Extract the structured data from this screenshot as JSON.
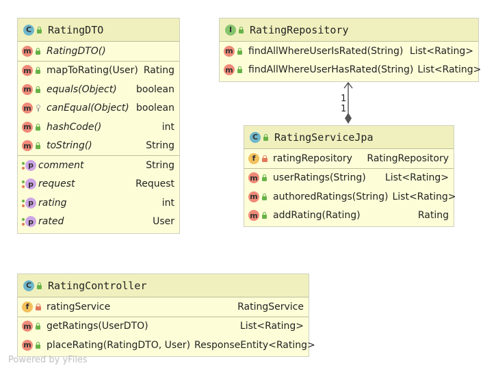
{
  "classes": {
    "rating_dto": {
      "kind": "C",
      "name": "RatingDTO",
      "constructor": {
        "label": "RatingDTO()"
      },
      "methods": [
        {
          "label": "mapToRating(User)",
          "type": "Rating"
        },
        {
          "label": "equals(Object)",
          "type": "boolean"
        },
        {
          "label": "canEqual(Object)",
          "type": "boolean"
        },
        {
          "label": "hashCode()",
          "type": "int"
        },
        {
          "label": "toString()",
          "type": "String"
        }
      ],
      "properties": [
        {
          "label": "comment",
          "type": "String"
        },
        {
          "label": "request",
          "type": "Request"
        },
        {
          "label": "rating",
          "type": "int"
        },
        {
          "label": "rated",
          "type": "User"
        }
      ]
    },
    "rating_repository": {
      "kind": "I",
      "name": "RatingRepository",
      "methods": [
        {
          "label": "findAllWhereUserIsRated(String)",
          "type": "List<Rating>"
        },
        {
          "label": "findAllWhereUserHasRated(String)",
          "type": "List<Rating>"
        }
      ]
    },
    "rating_service_jpa": {
      "kind": "C",
      "name": "RatingServiceJpa",
      "fields": [
        {
          "label": "ratingRepository",
          "type": "RatingRepository"
        }
      ],
      "methods": [
        {
          "label": "userRatings(String)",
          "type": "List<Rating>"
        },
        {
          "label": "authoredRatings(String)",
          "type": "List<Rating>"
        },
        {
          "label": "addRating(Rating)",
          "type": "Rating"
        }
      ]
    },
    "rating_controller": {
      "kind": "C",
      "name": "RatingController",
      "fields": [
        {
          "label": "ratingService",
          "type": "RatingService"
        }
      ],
      "methods": [
        {
          "label": "getRatings(UserDTO)",
          "type": "List<Rating>"
        },
        {
          "label": "placeRating(RatingDTO, User)",
          "type": "ResponseEntity<Rating>"
        }
      ]
    }
  },
  "badges": {
    "method": "m",
    "field": "f",
    "property": "p"
  },
  "association": {
    "source_multiplicity": "1",
    "target_multiplicity": "1"
  },
  "footer": "Powered by yFiles"
}
